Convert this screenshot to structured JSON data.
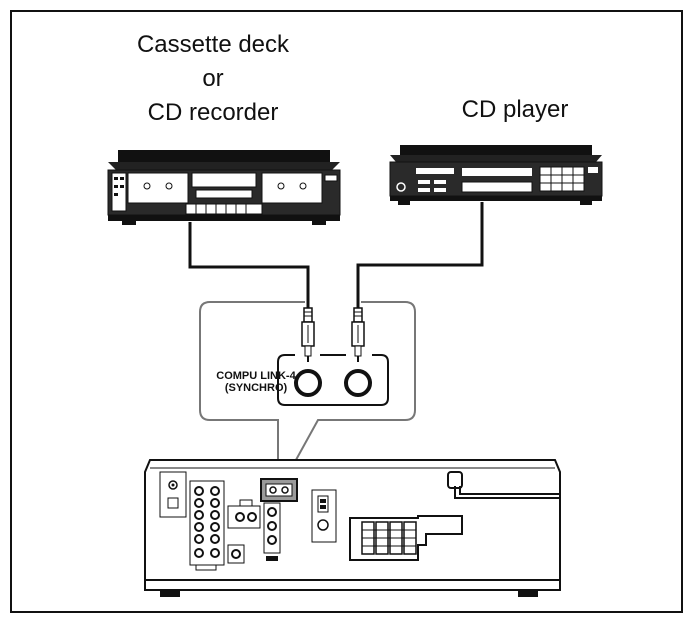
{
  "labels": {
    "cassette_line1": "Cassette deck",
    "cassette_line2": "or",
    "cassette_line3": "CD recorder",
    "cd_player": "CD player",
    "compu_link_line1": "COMPU LINK-4",
    "compu_link_line2": "(SYNCHRO)"
  },
  "colors": {
    "ink": "#111111",
    "device_body": "#2a2a2a",
    "highlight": "#8a8a8a",
    "gray_box": "#777777"
  }
}
